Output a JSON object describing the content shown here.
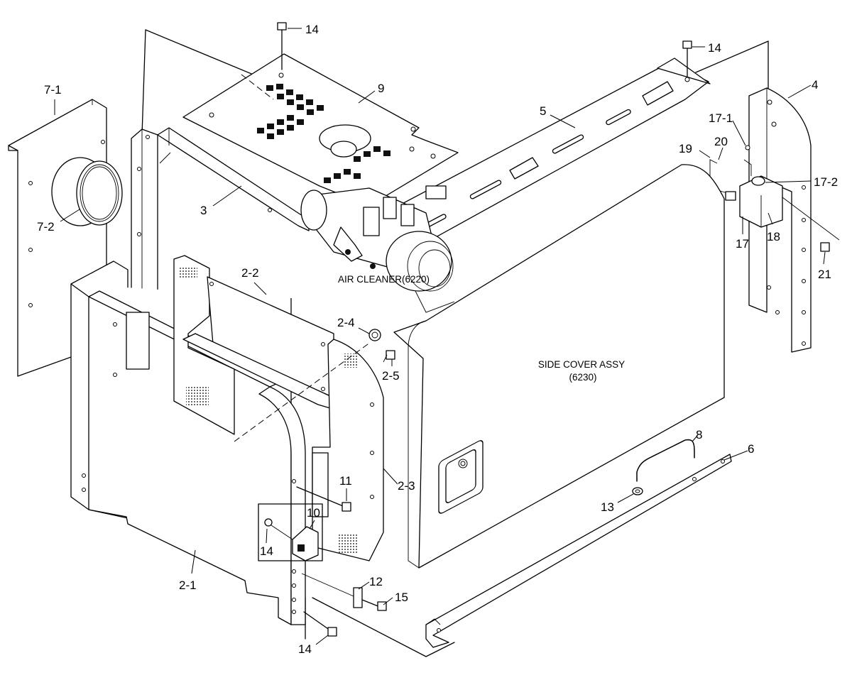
{
  "part_labels": {
    "p7_1": "7-1",
    "p7_2": "7-2",
    "p3": "3",
    "p9": "9",
    "p14_top_a": "14",
    "p14_top_b": "14",
    "p5": "5",
    "p4": "4",
    "p17_1": "17-1",
    "p19": "19",
    "p20": "20",
    "p17_2": "17-2",
    "p17": "17",
    "p18": "18",
    "p21": "21",
    "p2_2": "2-2",
    "p2_4": "2-4",
    "p2_5": "2-5",
    "p2_3": "2-3",
    "p2_1": "2-1",
    "p11": "11",
    "p10": "10",
    "p14_left": "14",
    "p12": "12",
    "p15": "15",
    "p14_bottom": "14",
    "p8": "8",
    "p6": "6",
    "p13": "13"
  },
  "assembly_notes": {
    "air_cleaner": "AIR CLEANER(6220)",
    "side_cover_title": "SIDE COVER ASSY",
    "side_cover_code": "(6230)"
  }
}
